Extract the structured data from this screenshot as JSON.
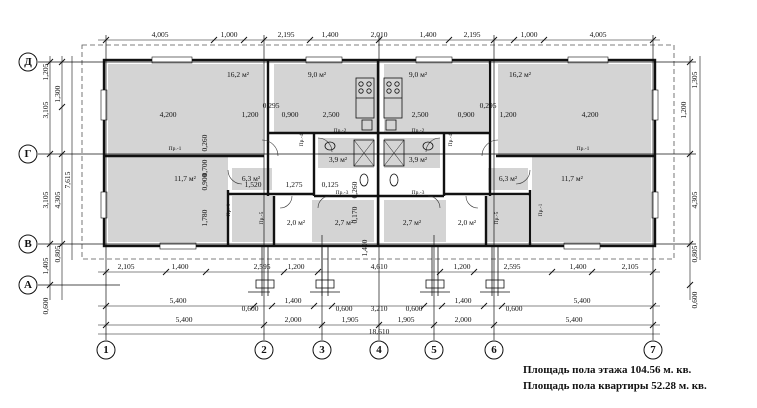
{
  "summary": {
    "floor_area": "Площадь пола этажа 104.56 м. кв.",
    "apartment_area": "Площадь пола квартиры 52.28 м. кв."
  },
  "axes": {
    "horizontal": [
      "1",
      "2",
      "3",
      "4",
      "5",
      "6",
      "7"
    ],
    "vertical": [
      "Д",
      "Г",
      "В",
      "А"
    ]
  },
  "dimensions": {
    "top_row": [
      "4,005",
      "1,000",
      "2,195",
      "1,400",
      "2,010",
      "1,400",
      "2,195",
      "1,000",
      "4,005"
    ],
    "bottom_row_1": [
      "2,105",
      "1,400",
      "2,595",
      "1,200",
      "4,610",
      "1,200",
      "2,595",
      "1,400",
      "2,105"
    ],
    "bottom_row_2": [
      "5,400",
      "0,600",
      "1,400",
      "0,600",
      "3,210",
      "0,600",
      "1,400",
      "0,600",
      "5,400"
    ],
    "bottom_row_3": [
      "5,400",
      "2,000",
      "1,905",
      "1,905",
      "2,000",
      "5,400"
    ],
    "overall": "18,610",
    "left_outer": [
      "1,205",
      "3,105",
      "3,105",
      "1,405",
      "0,600"
    ],
    "left_inner": [
      "1,300",
      "4,305",
      "0,805"
    ],
    "left_total": "7,615",
    "right_outer": [
      "1,305",
      "4,305",
      "0,805",
      "0,600"
    ],
    "right_inner": "1,200"
  },
  "interior_dims": [
    "4,200",
    "1,200",
    "0,900",
    "2,500",
    "2,500",
    "0,900",
    "1,200",
    "4,200",
    "0,295",
    "0,295",
    "0,260",
    "0,700",
    "0,900",
    "1,520",
    "1,275",
    "0,125",
    "1,780",
    "0,260",
    "0,170",
    "1,400"
  ],
  "areas": [
    "16,2 м²",
    "9,0 м²",
    "9,0 м²",
    "16,2 м²",
    "3,9 м²",
    "3,9 м²",
    "11,7 м²",
    "6,3 м²",
    "6,3 м²",
    "11,7 м²",
    "2,0 м²",
    "2,7 м²",
    "2,7 м²",
    "2,0 м²"
  ],
  "partition_labels": [
    "Пр.-1",
    "Пр.-2",
    "Пр.-2",
    "Пр.-1",
    "Пр.-3",
    "Пр.-3",
    "Пр.-4",
    "Пр.-4",
    "Пр.-5",
    "Пр.-5",
    "Пр.-1",
    "Пр.-1"
  ]
}
